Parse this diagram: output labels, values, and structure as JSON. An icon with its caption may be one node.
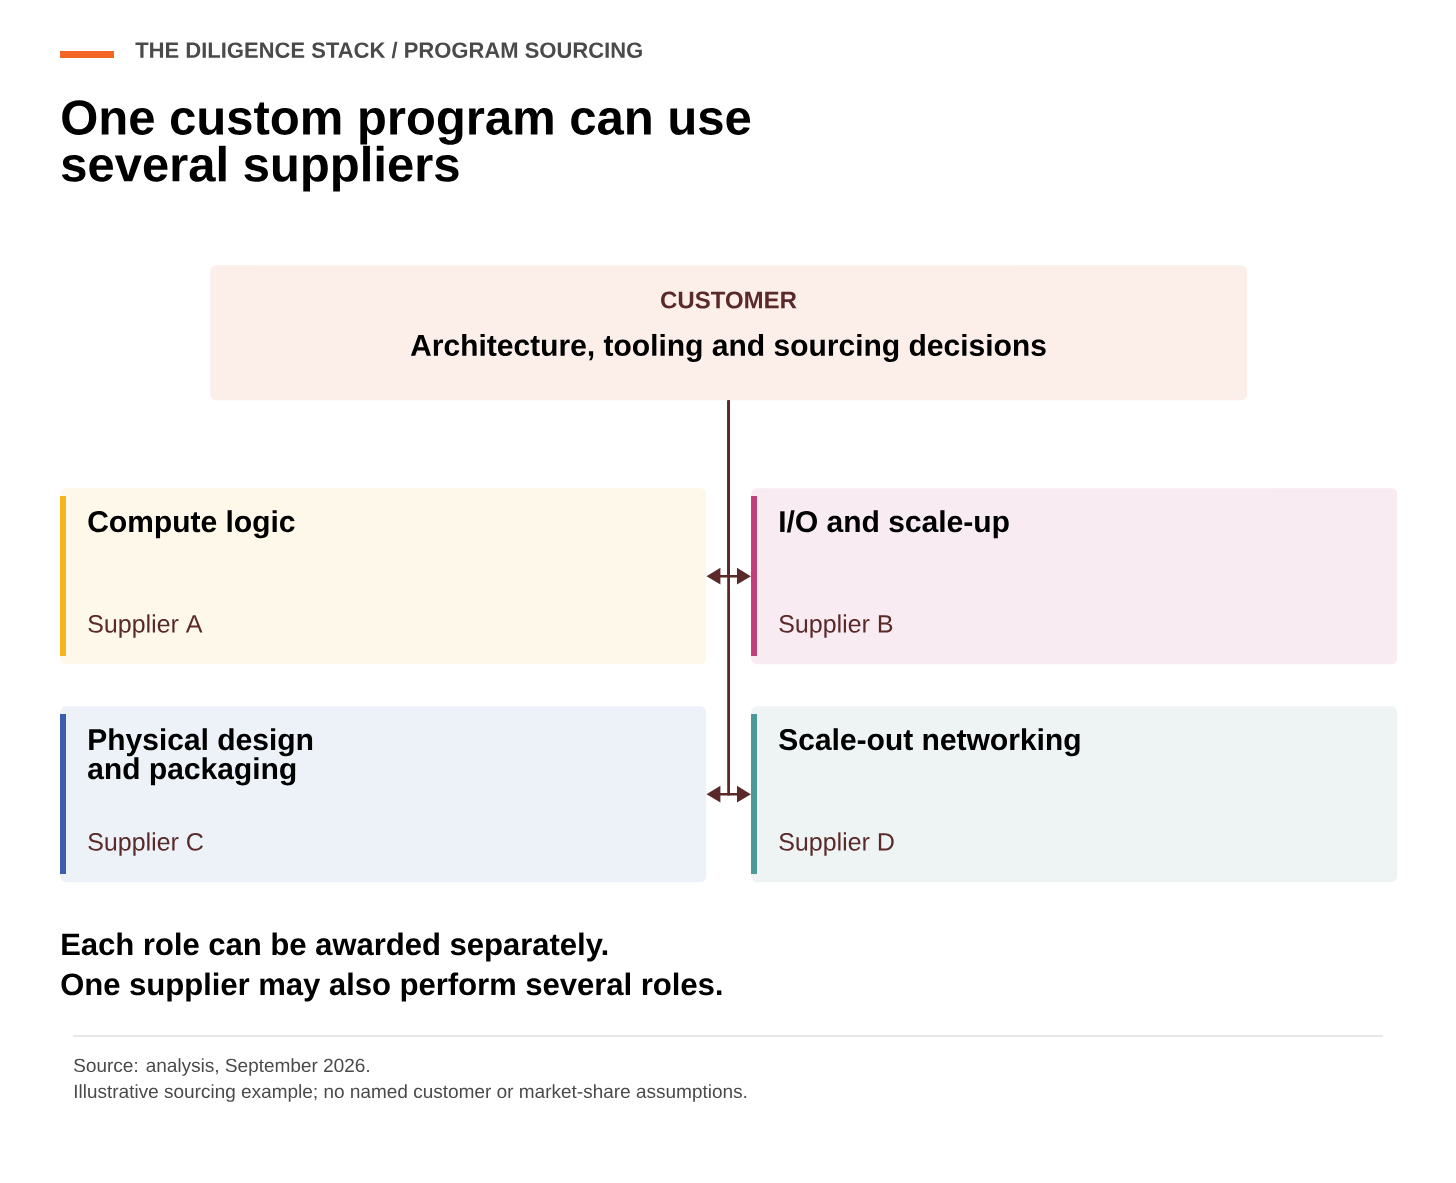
{
  "diagram": {
    "title": "One custom program can use several suppliers",
    "nodes": [
      {
        "text": [
          "CUSTOMER",
          "Architecture, tooling and sourcing decisions"
        ]
      },
      {
        "text": [
          "Compute logic",
          "Supplier A"
        ]
      },
      {
        "text": [
          "I/O and scale-up",
          "Supplier B"
        ]
      },
      {
        "text": [
          "Physical design and packaging",
          "Supplier C"
        ]
      },
      {
        "text": [
          "Scale-out networking",
          "Supplier D"
        ]
      }
    ],
    "edges": [
      {
        "from": 0,
        "to": 1,
        "arrow": "to"
      },
      {
        "from": 0,
        "to": 2,
        "arrow": "to"
      },
      {
        "from": 0,
        "to": 3,
        "arrow": "to"
      },
      {
        "from": 0,
        "to": 4,
        "arrow": "to"
      }
    ],
    "labels": [
      "THE DILIGENCE STACK  /  PROGRAM SOURCING",
      "Each role can be awarded separately.",
      "One supplier may also perform several roles.",
      "Source: analysis, September 2026.",
      "Illustrative sourcing example; no named customer or market-share assumptions."
    ]
  }
}
